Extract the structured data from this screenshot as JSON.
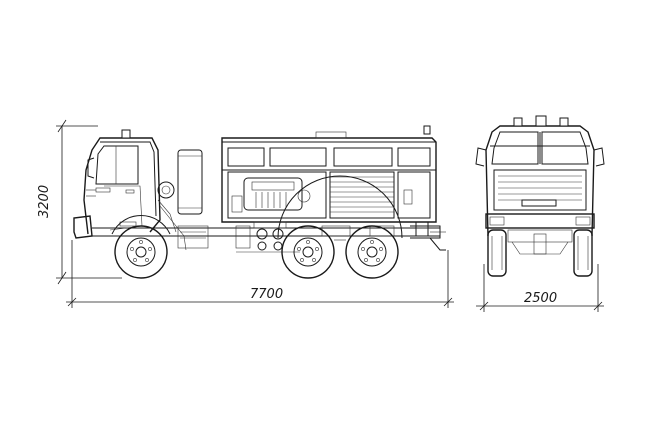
{
  "dimensions": {
    "height": "3200",
    "length": "7700",
    "width": "2500"
  }
}
